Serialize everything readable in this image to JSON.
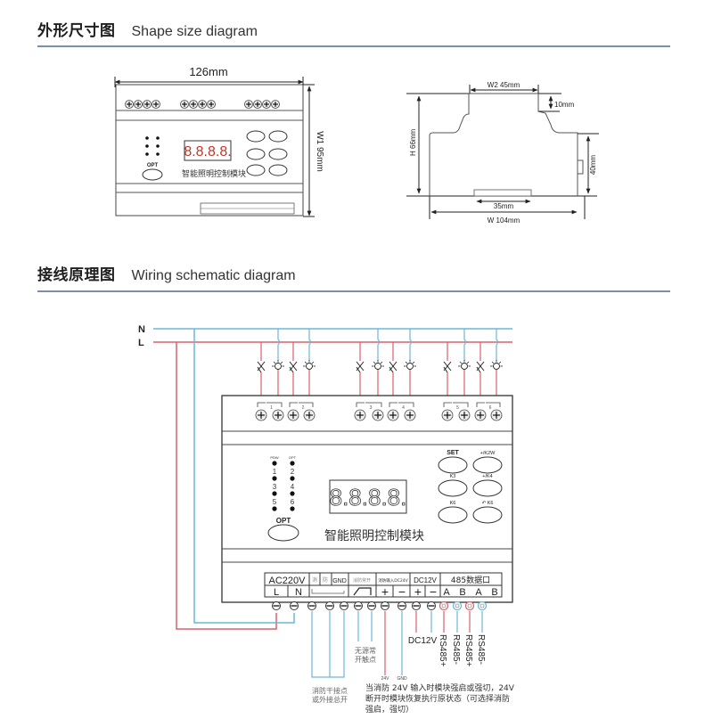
{
  "sections": {
    "shape": {
      "title_cn": "外形尺寸图",
      "title_en": "Shape size diagram"
    },
    "wiring": {
      "title_cn": "接线原理图",
      "title_en": "Wiring schematic diagram"
    }
  },
  "shape_diagram": {
    "front": {
      "width_label": "126mm",
      "height_label": "W1  95mm",
      "module_name": "智能照明控制模块",
      "opt_label": "OPT"
    },
    "side": {
      "top_width_label": "W2  45mm",
      "step_label": "10mm",
      "height_label": "H  66mm",
      "right_height_label": "40mm",
      "rail_label": "35mm",
      "total_width_label": "W   104mm"
    }
  },
  "wiring_diagram": {
    "bus_labels": {
      "n": "N",
      "l": "L"
    },
    "colors": {
      "neutral": "#6db6d9",
      "live": "#d9606c",
      "frame": "#333333"
    },
    "module": {
      "name": "智能照明控制模块",
      "led_labels": [
        "PDW",
        "OPT",
        "1",
        "2",
        "3",
        "4",
        "5",
        "6"
      ],
      "opt_button": "OPT",
      "display": "8.8.8.8.",
      "buttons": [
        {
          "label": "SET",
          "name": "set"
        },
        {
          "label": "+/K2W",
          "name": "k2w"
        },
        {
          "label": "K3",
          "name": "k3"
        },
        {
          "label": "+/K4",
          "name": "k4"
        },
        {
          "label": "K6",
          "name": "k6"
        },
        {
          "label": "↶ K6",
          "name": "back-k6"
        }
      ],
      "channel_numbers": [
        "1",
        "2",
        "3",
        "4",
        "5",
        "6"
      ]
    },
    "terminal_block": {
      "ac_header": "AC220V",
      "ac_l": "L",
      "ac_n": "N",
      "in1": "消",
      "in2": "防",
      "gnd": "GND",
      "no_contact": "消防常开",
      "fire24": "消防输入DC24V",
      "plus": "+",
      "minus": "−",
      "dc_header": "DC12V",
      "rs_header": "485数据口",
      "rs_a": "A",
      "rs_b": "B"
    },
    "annotations": {
      "dc12v": "DC12V",
      "rs485": [
        "RS485+",
        "RS485-",
        "RS485+",
        "RS485-"
      ],
      "passive_contact": [
        "无源常",
        "开触点"
      ],
      "dry_contact": [
        "消防干接点",
        "或外接总开"
      ],
      "v24": "24V",
      "gnd": "GND",
      "fire_note": [
        "当消防 24V 输入时模块强启或强切，24V",
        "断开时模块恢复执行原状态（可选择消防",
        "强启，强切）"
      ]
    }
  }
}
